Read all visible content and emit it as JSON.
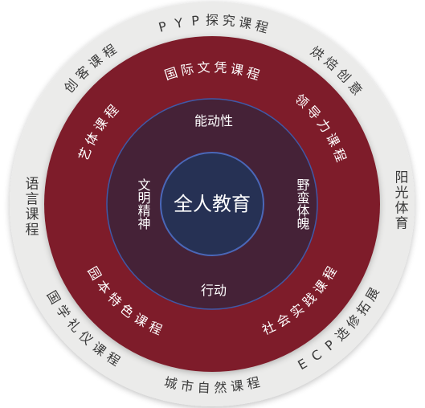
{
  "center": {
    "label": "全人教育"
  },
  "inner_ring": {
    "top": "能动性",
    "left": "文明精神",
    "right": "野蛮体魄",
    "bottom": "行动"
  },
  "middle_ring": {
    "top": "国际文凭课程",
    "upper_right": "领导力课程",
    "lower_right": "社会实践课程",
    "lower_left": "园本特色课程",
    "upper_left": "艺体课程"
  },
  "outer_ring": {
    "top": "PYP探究课程",
    "upper_right": "烘焙创意",
    "right": "阳光体育",
    "lower_right": "ECP选修拓展",
    "bottom": "城市自然课程",
    "lower_left": "国学礼仪课程",
    "left": "语言课程",
    "upper_left": "创客课程"
  },
  "colors": {
    "outer_ring": "#ebebea",
    "middle_ring": "#7e1d2a",
    "inner_ring": "#452237",
    "core": "#263154",
    "inner_border": "#3f59a8",
    "core_border": "#4a67b8",
    "outer_text": "#3a3a3a",
    "light_text": "#ffffff"
  }
}
